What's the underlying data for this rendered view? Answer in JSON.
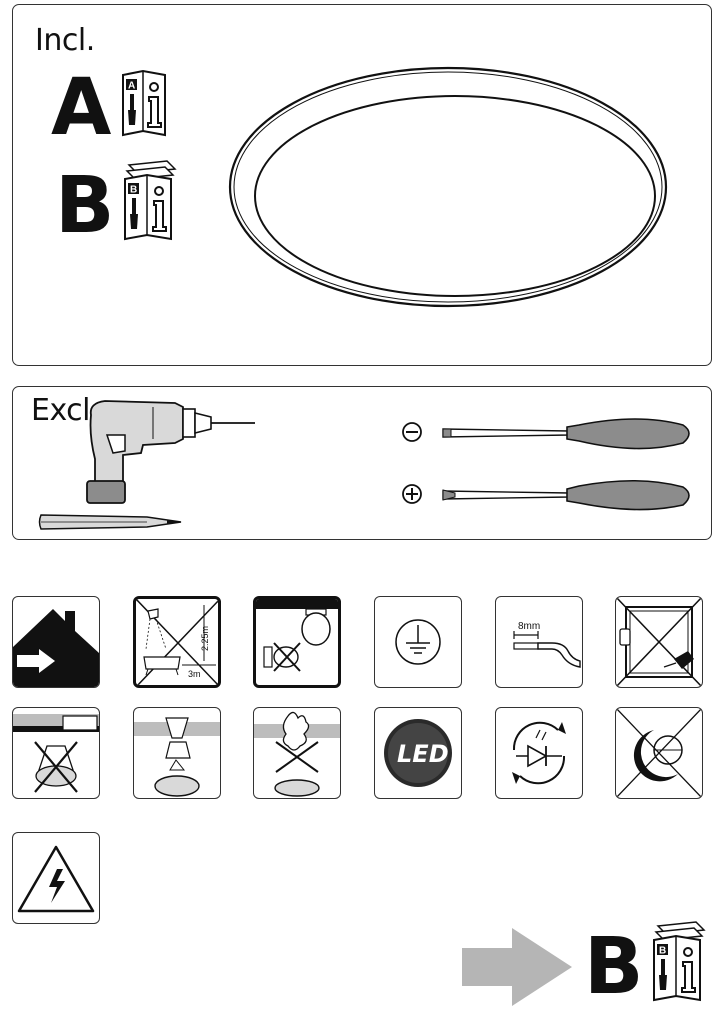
{
  "included": {
    "title": "Incl.",
    "manual_a_letter": "A",
    "manual_b_letter": "B"
  },
  "excluded": {
    "title": "Excl."
  },
  "symbols": {
    "bathroom_height": "2.25m",
    "bathroom_distance": "3m",
    "strip_length": "8mm",
    "led_label": "LED"
  },
  "footer": {
    "letter": "B"
  },
  "colors": {
    "tool_gray": "#8c8c8c",
    "arrow_gray": "#b5b5b5",
    "stroke": "#222222"
  }
}
